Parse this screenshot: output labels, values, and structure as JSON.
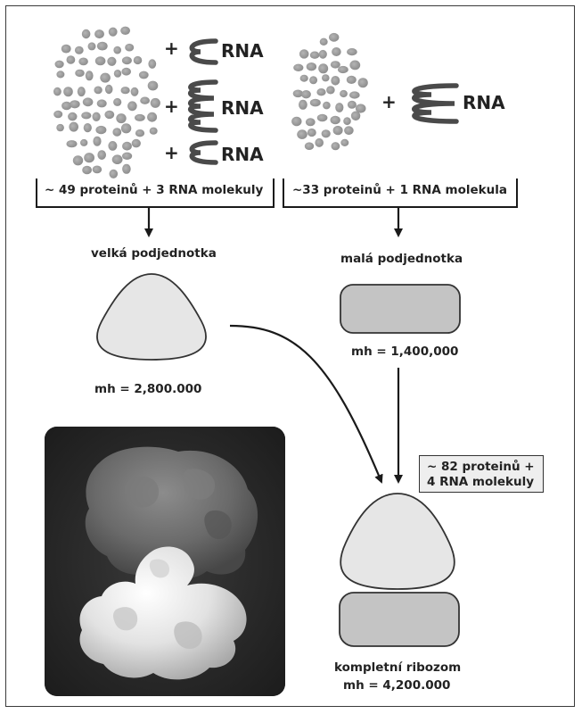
{
  "inputs": {
    "large": {
      "rna_labels": [
        "RNA",
        "RNA",
        "RNA"
      ],
      "plus_signs": [
        "+",
        "+",
        "+"
      ],
      "count_label": "~ 49 proteinů + 3 RNA molekuly"
    },
    "small": {
      "rna_labels": [
        "RNA"
      ],
      "plus_signs": [
        "+"
      ],
      "count_label": "~33 proteinů + 1 RNA molekula"
    }
  },
  "large_subunit": {
    "title": "velká podjednotka",
    "mass": "mh = 2,800.000"
  },
  "small_subunit": {
    "title": "malá podjednotka",
    "mass": "mh = 1,400,000"
  },
  "total": {
    "line1": "~ 82 proteinů +",
    "line2": "4 RNA molekuly"
  },
  "ribosome": {
    "title": "kompletní ribozom",
    "mass": "mh = 4,200.000"
  },
  "colors": {
    "protein_dot": "#9a9a9a",
    "large_subunit_fill": "#e6e6e6",
    "small_subunit_fill": "#c4c4c4",
    "outline": "#333333"
  }
}
